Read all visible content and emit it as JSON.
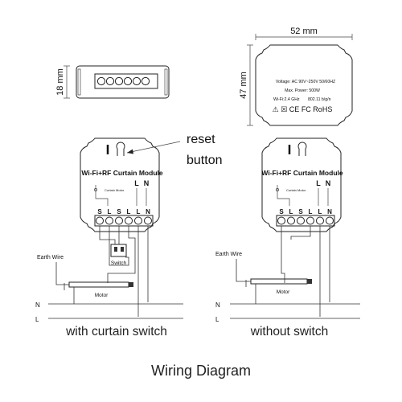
{
  "dimensions": {
    "width_label": "52 mm",
    "height_label": "47 mm",
    "depth_label": "18 mm"
  },
  "label_panel": {
    "voltage": "Voltage: AC 90V~250V    50/60HZ",
    "power": "Max. Power: 500W",
    "wifi_freq": "Wi-Fi:2.4 GHz",
    "wifi_std": "802.11 b/g/n",
    "cert_marks": "⚠ ☒ CE FC RoHS"
  },
  "module": {
    "title": "Wi-Fi+RF Curtain Module",
    "curtain_motor_label": "Curtain Motor",
    "terminals_top": [
      "L",
      "N"
    ],
    "terminals_bottom": [
      "S",
      "L",
      "S",
      "L",
      "L",
      "N"
    ]
  },
  "callouts": {
    "reset_line1": "reset",
    "reset_line2": "button"
  },
  "wiring": {
    "earth_wire": "Earth Wire",
    "switch": "Switch",
    "motor": "Motor",
    "neutral": "N",
    "live": "L"
  },
  "captions": {
    "left": "with curtain switch",
    "right": "without switch"
  },
  "title": "Wiring Diagram",
  "colors": {
    "line": "#222222",
    "background": "#ffffff"
  }
}
